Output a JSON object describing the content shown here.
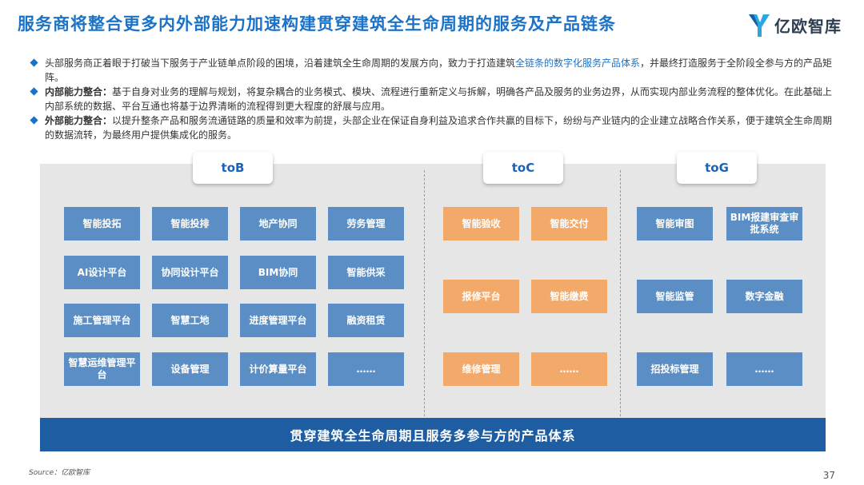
{
  "title": "服务商将整合更多内外部能力加速构建贯穿建筑全生命周期的服务及产品链条",
  "logo": {
    "text": "亿欧智库",
    "icon": "yiou-logo-icon"
  },
  "bullets": [
    {
      "lead": "",
      "text_before": "头部服务商正着眼于打破当下服务于产业链单点阶段的困境，沿着建筑全生命周期的发展方向，致力于打造建筑",
      "highlight": "全链条的数字化服务产品体系",
      "text_after": "，并最终打造服务于全阶段全参与方的产品矩阵。"
    },
    {
      "lead": "内部能力整合：",
      "text_before": "基于自身对业务的理解与规划，将复杂耦合的业务模式、模块、流程进行重新定义与拆解，明确各产品及服务的业务边界，从而实现内部业务流程的整体优化。在此基础上内部系统的数据、平台互通也将基于边界清晰的流程得到更大程度的舒展与应用。",
      "highlight": "",
      "text_after": ""
    },
    {
      "lead": "外部能力整合：",
      "text_before": "以提升整条产品和服务流通链路的质量和效率为前提，头部企业在保证自身利益及追求合作共赢的目标下，纷纷与产业链内的企业建立战略合作关系，便于建筑全生命周期的数据流转，为最终用户提供集成化的服务。",
      "highlight": "",
      "text_after": ""
    }
  ],
  "tabs": {
    "tob": "toB",
    "toc": "toC",
    "tog": "toG"
  },
  "tob_items": [
    "智能投拓",
    "智能投排",
    "地产协同",
    "劳务管理",
    "AI设计平台",
    "协同设计平台",
    "BIM协同",
    "智能供采",
    "施工管理平台",
    "智慧工地",
    "进度管理平台",
    "融资租赁",
    "智慧运维管理平台",
    "设备管理",
    "计价算量平台",
    "……"
  ],
  "toc_items": [
    "智能验收",
    "智能交付",
    "报修平台",
    "智能缴费",
    "维修管理",
    "……"
  ],
  "tog_items": [
    "智能审图",
    "BIM报建审查审批系统",
    "智能监管",
    "数字金融",
    "招投标管理",
    "……"
  ],
  "colors": {
    "title": "#1a73c8",
    "blue_cell": "#5a8ec4",
    "orange_cell": "#f3a96a",
    "bar": "#1e5da2",
    "panel": "#e6e6e6"
  },
  "bottom_bar": "贯穿建筑全生命周期且服务多参与方的产品体系",
  "source": "Source：亿欧智库",
  "page_number": "37"
}
